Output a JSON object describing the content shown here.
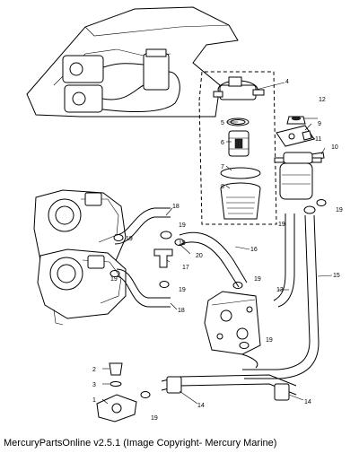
{
  "caption": "MercuryPartsOnline v2.5.1 (Image Copyright- Mercury Marine)",
  "callouts": {
    "c1": "1",
    "c2": "2",
    "c3": "3",
    "c4": "4",
    "c5": "5",
    "c6": "6",
    "c7": "7",
    "c8": "8",
    "c9": "9",
    "c10": "10",
    "c11": "11",
    "c12": "12",
    "c13": "13",
    "c14a": "14",
    "c14b": "14",
    "c15": "15",
    "c16": "16",
    "c17": "17",
    "c18a": "18",
    "c18b": "18",
    "c19a": "19",
    "c19b": "19",
    "c19c": "19",
    "c19d": "19",
    "c19e": "19",
    "c19f": "19",
    "c19g": "19",
    "c19h": "19",
    "c19i": "19",
    "c19j": "19",
    "c20": "20"
  }
}
